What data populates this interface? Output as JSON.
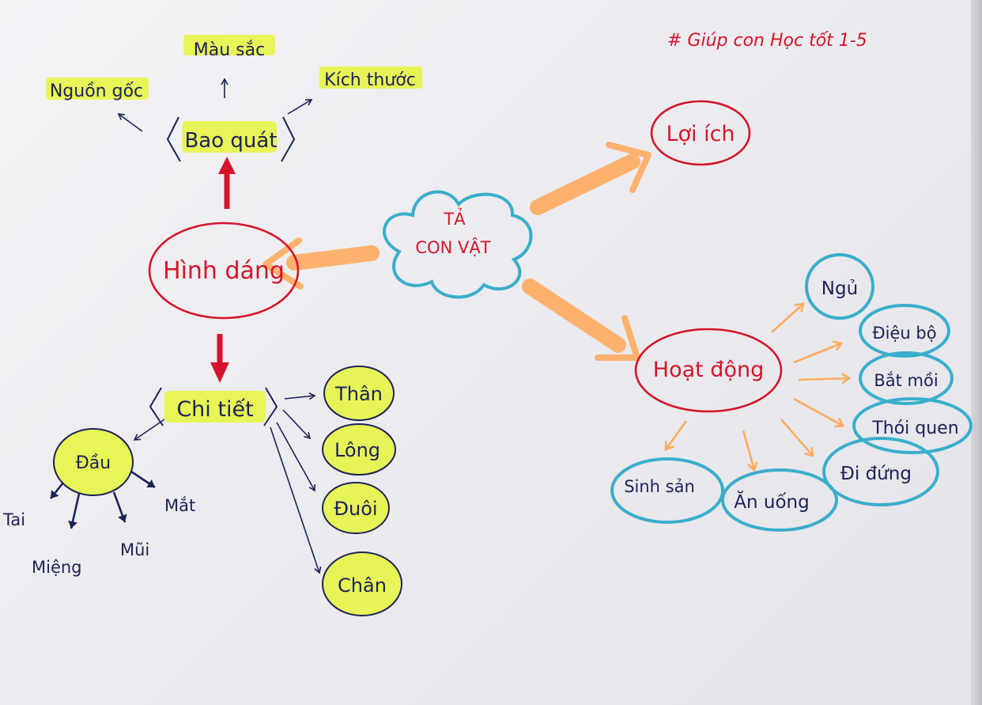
{
  "hashtag": "# Giúp con Học tốt 1-5",
  "center": {
    "line1": "TẢ",
    "line2": "CON VẬT"
  },
  "branches": {
    "hinh_dang": "Hình dáng",
    "loi_ich": "Lợi ích",
    "hoat_dong": "Hoạt động"
  },
  "bao_quat": {
    "label": "Bao quát",
    "items": [
      "Màu sắc",
      "Nguồn gốc",
      "Kích thước"
    ]
  },
  "chi_tiet": {
    "label": "Chi tiết",
    "parts": [
      "Thân",
      "Lông",
      "Đuôi",
      "Chân"
    ],
    "dau": {
      "label": "Đầu",
      "items": [
        "Tai",
        "Miệng",
        "Mũi",
        "Mắt"
      ]
    }
  },
  "hoat_dong_items": [
    "Ngủ",
    "Điệu bộ",
    "Bắt mồi",
    "Thói quen",
    "Đi đứng",
    "Ăn uống",
    "Sinh sản"
  ],
  "colors": {
    "red_ink": "#d4142a",
    "navy_ink": "#1d2257",
    "teal_ink": "#3aaecb",
    "orange_arrow": "#ffab5e",
    "highlighter": "#e6f63c"
  }
}
